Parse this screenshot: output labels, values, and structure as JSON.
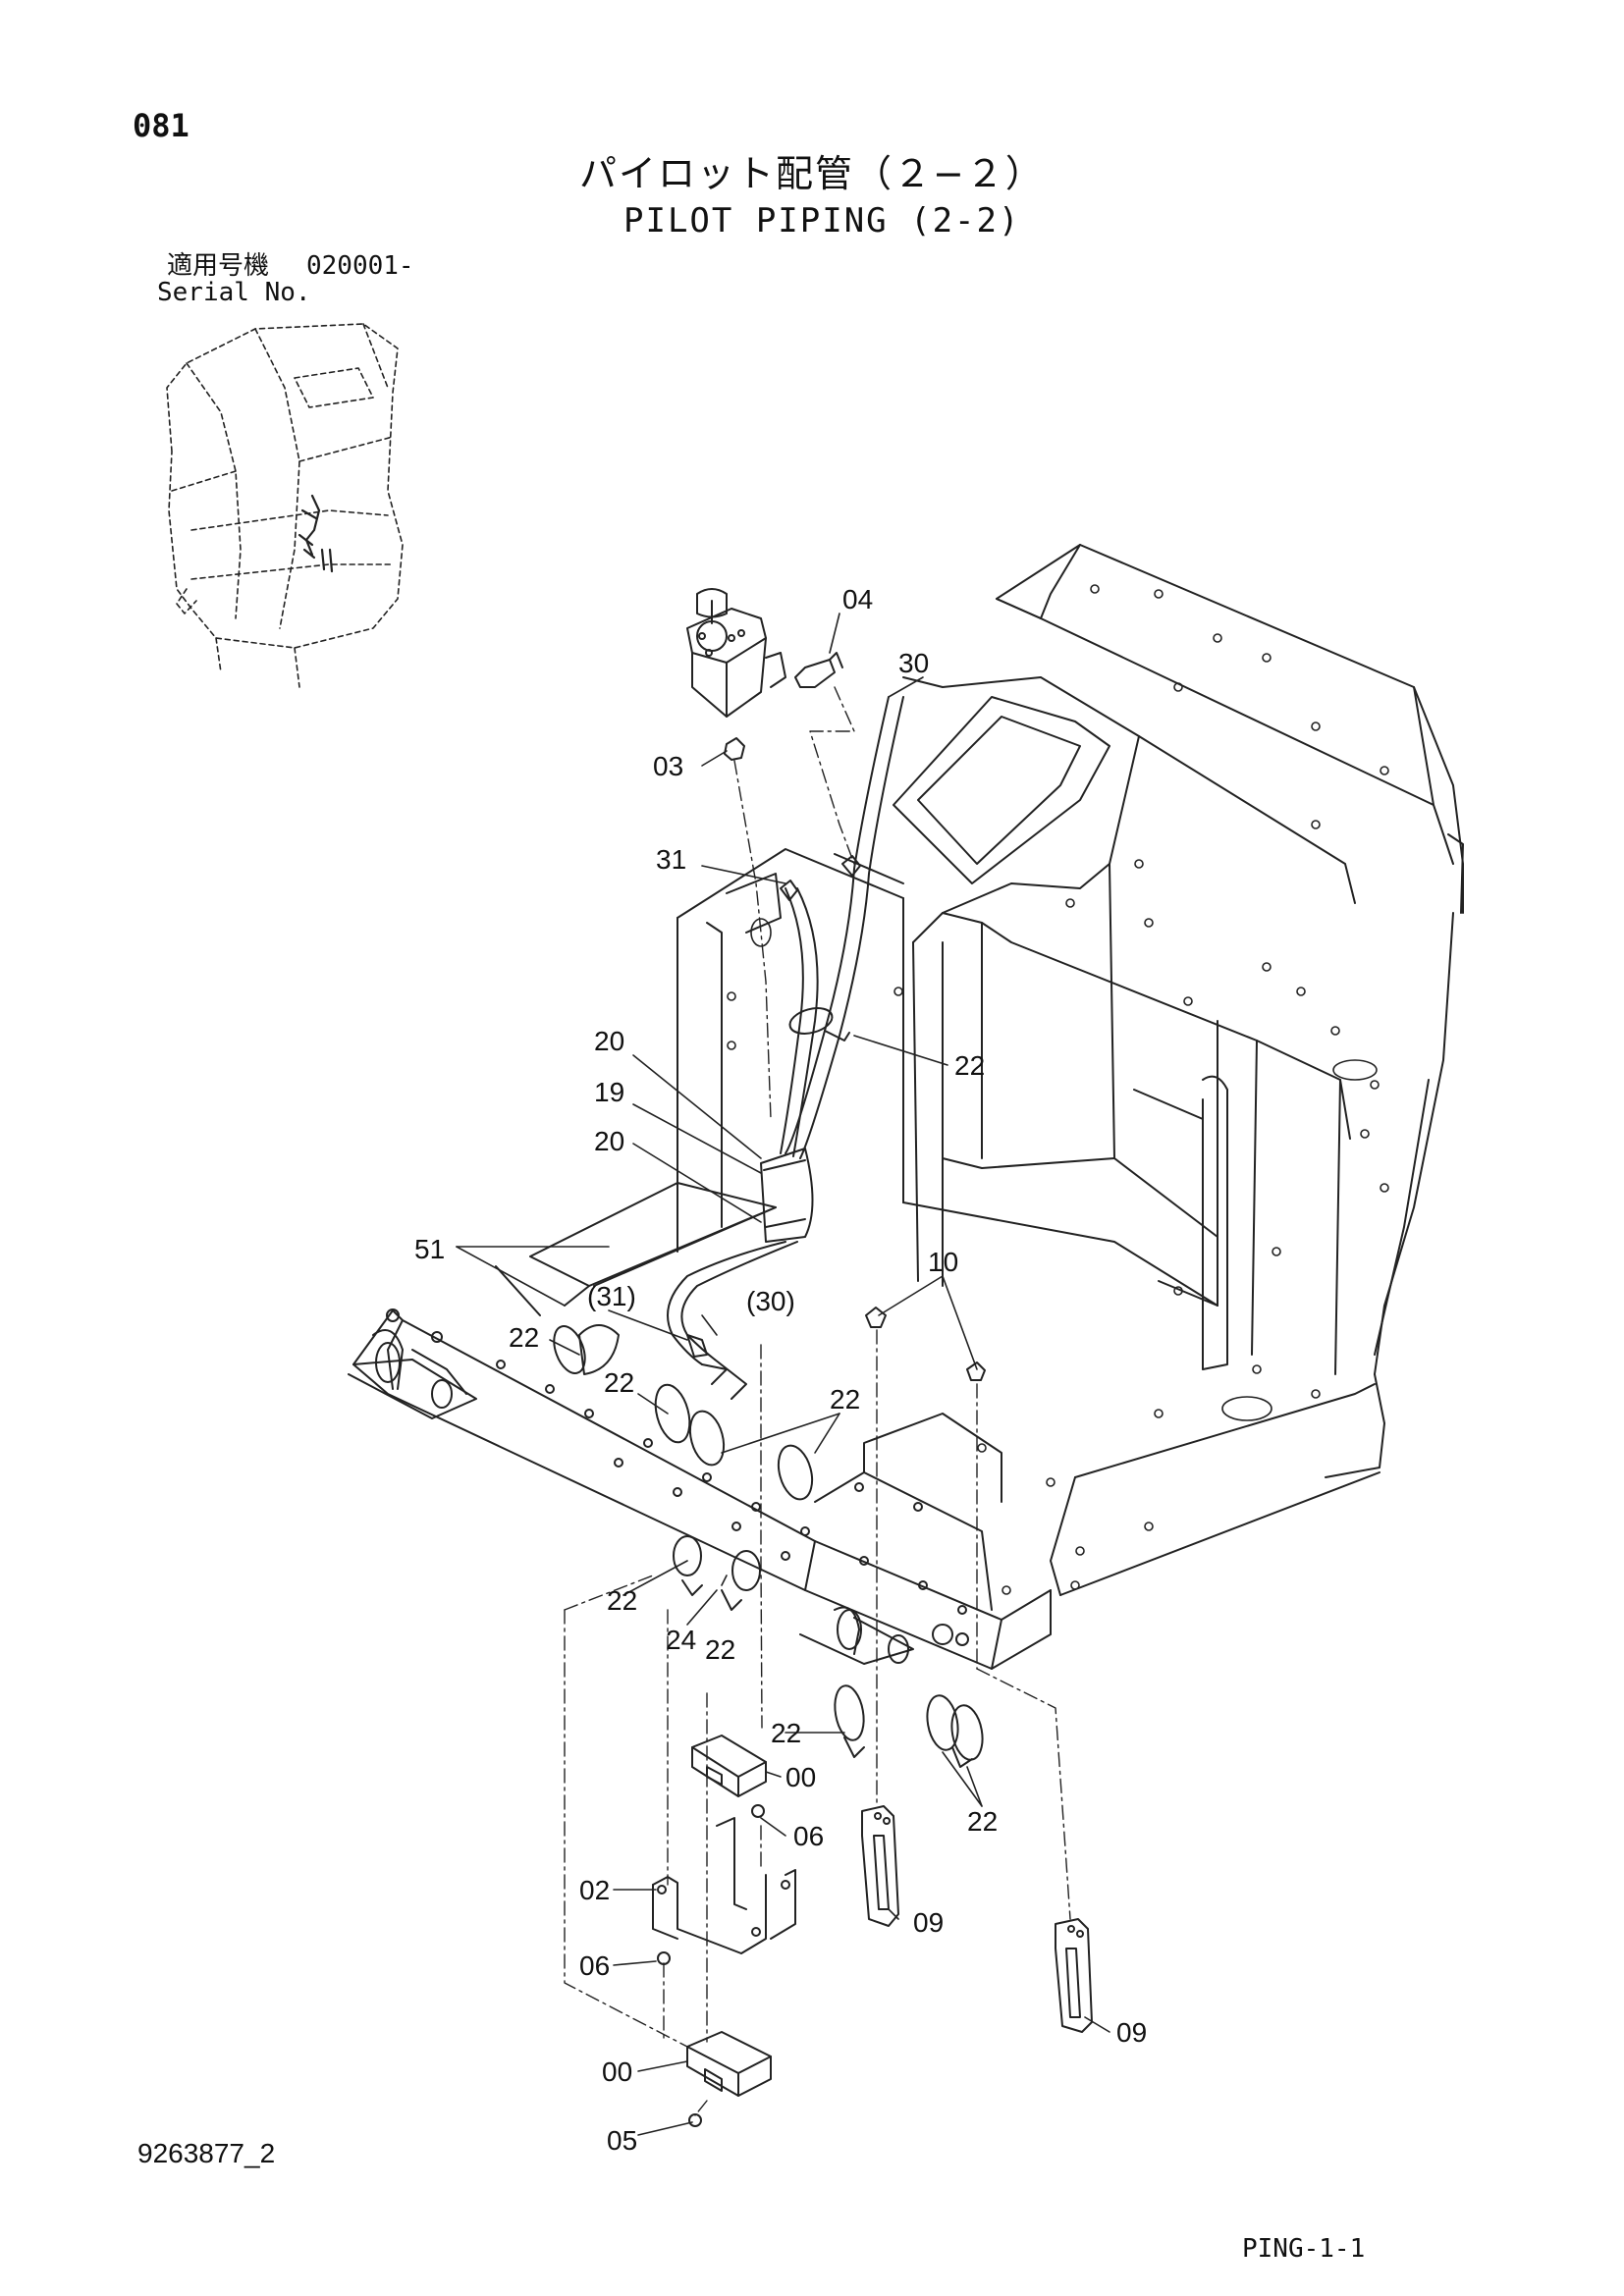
{
  "header": {
    "page_number": "081",
    "title_jp": "パイロット配管（２−２）",
    "title_en": "PILOT PIPING (2-2)",
    "serial_label_jp": "適用号機",
    "serial_value": "020001-",
    "serial_label_en": "Serial No."
  },
  "footer": {
    "doc_number": "9263877_2",
    "page_ref": "PING-1-1"
  },
  "callouts": {
    "c04": "04",
    "c30": "30",
    "c03": "03",
    "c31": "31",
    "c22a": "22",
    "c20a": "20",
    "c19": "19",
    "c20b": "20",
    "c51": "51",
    "c10": "10",
    "c31p": "(31)",
    "c30p": "(30)",
    "c22b": "22",
    "c22c": "22",
    "c22d": "22",
    "c22e": "22",
    "c24": "24",
    "c22f": "22",
    "c22g": "22",
    "c00a": "00",
    "c22h": "22",
    "c06a": "06",
    "c02": "02",
    "c09a": "09",
    "c06b": "06",
    "c09b": "09",
    "c00b": "00",
    "c05": "05"
  }
}
